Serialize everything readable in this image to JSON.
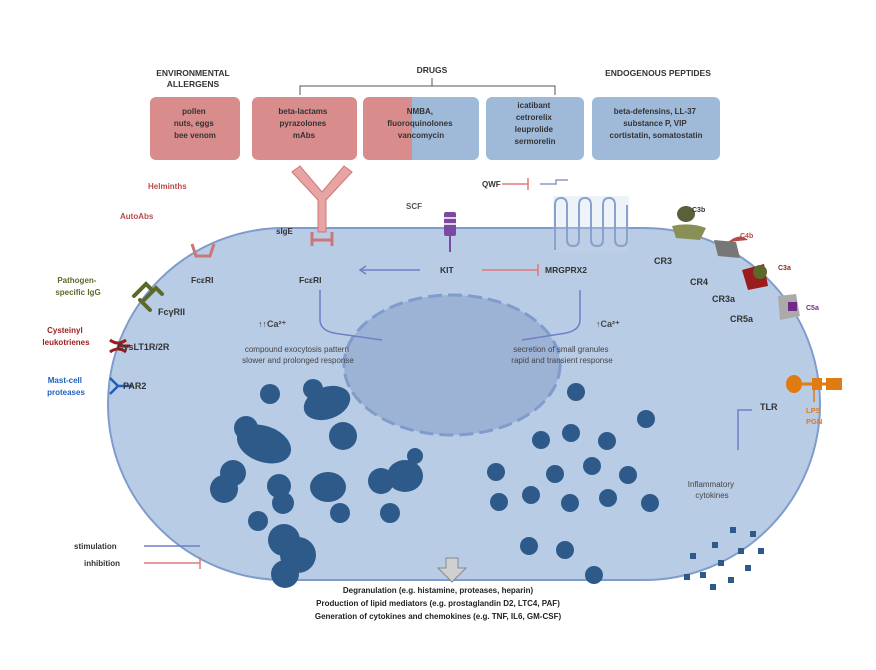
{
  "colors": {
    "red_box": "#d98c8c",
    "blue_box": "#9fb9d9",
    "cell_fill": "#b8cce6",
    "cell_stroke": "#7f9ccc",
    "nucleus": "#9db3d6",
    "granule": "#2e5a8a",
    "dark_red": "#9b1c1c",
    "brown_red": "#b84a4a",
    "olive": "#5b6a2a",
    "blue_text": "#1f5fbf",
    "orange": "#e07b12",
    "purple": "#6f2a8a",
    "stim_line": "#6f7fc7",
    "inhib_line": "#e07a7a"
  },
  "headers": {
    "env_allergens": [
      "ENVIRONMENTAL",
      "ALLERGENS"
    ],
    "drugs": "DRUGS",
    "endogenous": "ENDOGENOUS PEPTIDES"
  },
  "boxes": {
    "allergens": [
      "pollen",
      "nuts, eggs",
      "bee venom"
    ],
    "drugs_a": [
      "beta-lactams",
      "pyrazolones",
      "mAbs"
    ],
    "drugs_b": [
      "NMBA,",
      "fluoroquinolones",
      "vancomycin"
    ],
    "drugs_c": [
      "icatibant",
      "cetrorelix",
      "leuprolide",
      "sermorelin"
    ],
    "peptides": [
      "beta-defensins, LL-37",
      "substance P, VIP",
      "cortistatin, somatostatin"
    ]
  },
  "left_labels": {
    "helminths": "Helminths",
    "autoabs": "AutoAbs",
    "pathogen_igg": [
      "Pathogen-",
      "specific IgG"
    ],
    "cysteinyl": [
      "Cysteinyl",
      "leukotrienes"
    ],
    "proteases": [
      "Mast-cell",
      "proteases"
    ]
  },
  "receptors": {
    "sige": "sIgE",
    "scf": "SCF",
    "qwf": "QWF",
    "fceri_outer": "FcεRI",
    "fceri_inner": "FcεRI",
    "kit": "KIT",
    "mrgprx2": "MRGPRX2",
    "fcgrii": "FcγRII",
    "cyslt": "CysLT1R/2R",
    "par2": "PAR2",
    "cr3": "CR3",
    "cr4": "CR4",
    "cr3a": "CR3a",
    "cr5a": "CR5a",
    "tlr": "TLR"
  },
  "complement": {
    "c3b": "C3b",
    "c4b": "C4b",
    "c3a": "C3a",
    "c5a": "C5a"
  },
  "lps": [
    "LPS",
    "PGN"
  ],
  "calcium": "↑↑Ca²⁺",
  "calcium_single": "↑Ca²⁺",
  "left_response": [
    "compound exocytosis pattern",
    "slower and prolonged response"
  ],
  "right_response": [
    "secretion of small granules",
    "rapid and transient response"
  ],
  "inflammatory": [
    "Inflammatory",
    "cytokines"
  ],
  "legend": {
    "stimulation": "stimulation",
    "inhibition": "inhibition"
  },
  "outputs": [
    "Degranulation (e.g. histamine, proteases, heparin)",
    "Production of lipid mediators (e.g. prostaglandin D2, LTC4, PAF)",
    "Generation of cytokines and chemokines (e.g. TNF, IL6, GM-CSF)"
  ]
}
